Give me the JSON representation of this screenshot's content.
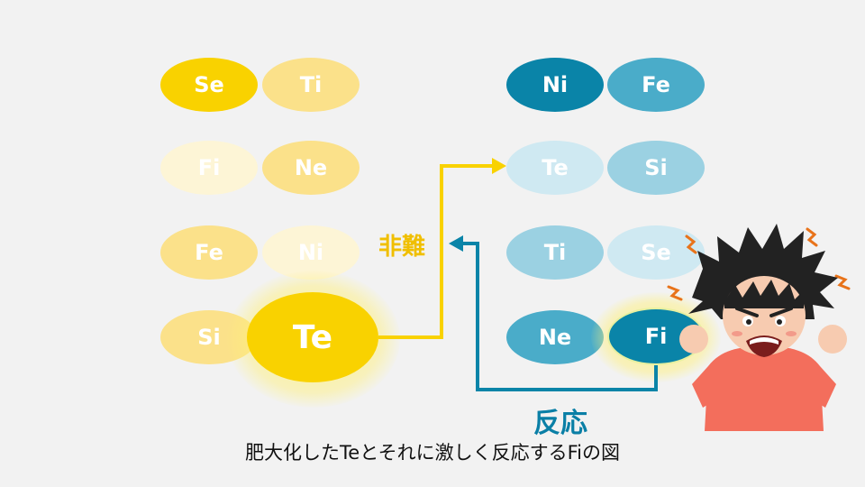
{
  "colors": {
    "yellow_strong": "#f9d200",
    "yellow_mid": "#fbe18a",
    "yellow_pale": "#fdf5d6",
    "blue_strong": "#0a84a8",
    "blue_mid": "#4aacc9",
    "blue_pale": "#cfe9f2",
    "blue_light": "#9bd1e2",
    "label_yellow": "#f0bf00",
    "label_blue": "#0a7fa6"
  },
  "left_group": {
    "row1": [
      "Se",
      "Ti"
    ],
    "row2": [
      "Fi",
      "Ne"
    ],
    "row3": [
      "Fe",
      "Ni"
    ],
    "row4": [
      "Si",
      "Te"
    ]
  },
  "right_group": {
    "row1": [
      "Ni",
      "Fe"
    ],
    "row2": [
      "Te",
      "Si"
    ],
    "row3": [
      "Ti",
      "Se"
    ],
    "row4": [
      "Ne",
      "Fi"
    ]
  },
  "labels": {
    "blame": "非難",
    "react": "反応"
  },
  "caption": "肥大化したTeとそれに激しく反応するFiの図",
  "icons": {
    "angry_person": "angry-person-icon",
    "anger_marks": "anger-mark-icon"
  }
}
